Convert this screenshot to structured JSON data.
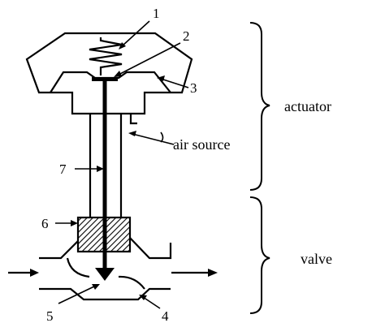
{
  "callouts": {
    "n1": "1",
    "n2": "2",
    "n3": "3",
    "n4": "4",
    "n5": "5",
    "n6": "6",
    "n7": "7"
  },
  "annotations": {
    "air_source": "air source"
  },
  "sections": {
    "actuator": "actuator",
    "valve": "valve"
  },
  "colors": {
    "ink": "#000000",
    "background": "#ffffff"
  }
}
